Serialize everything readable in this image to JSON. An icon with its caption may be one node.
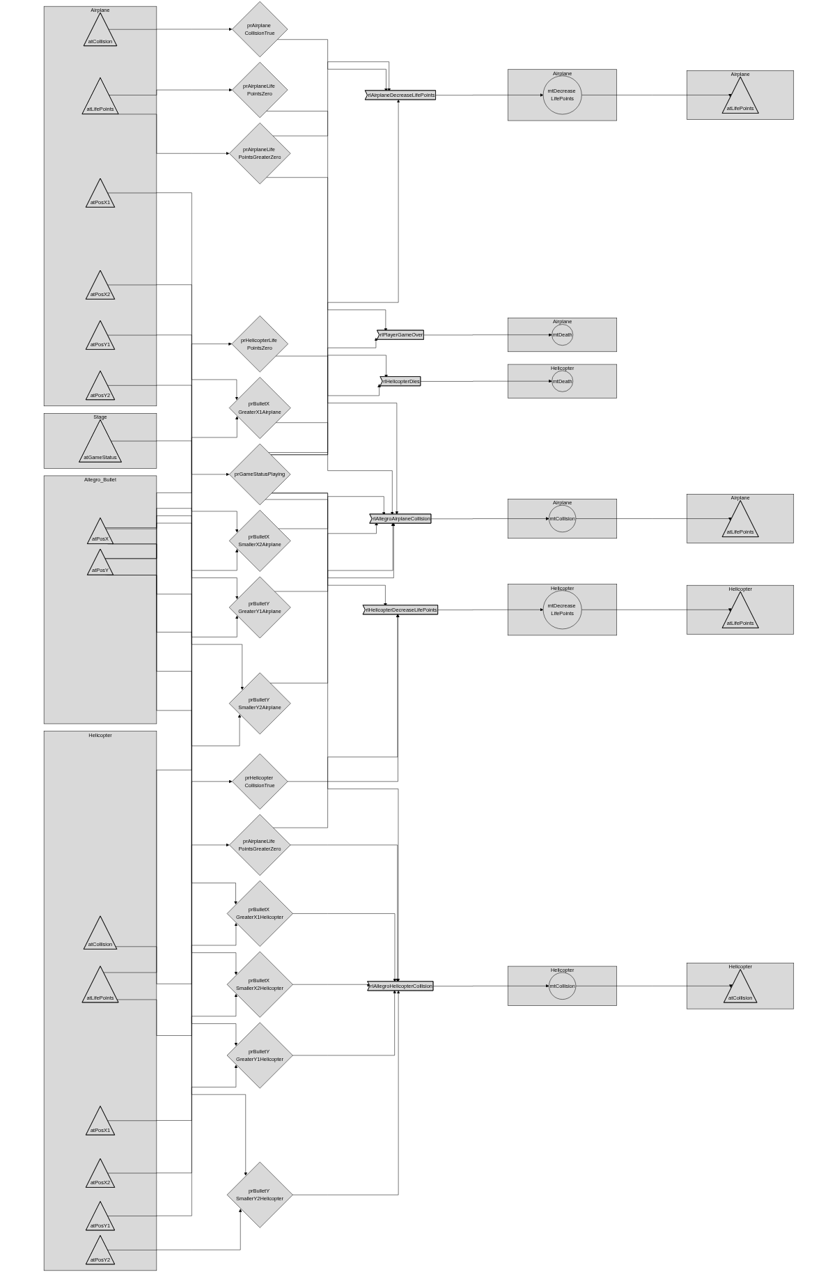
{
  "diagram": {
    "nodes": [
      {
        "text": [
          "Airplane"
        ]
      },
      {
        "text": [
          "atLifePoints"
        ],
        "in": 0
      },
      {
        "text": [
          "atCollision"
        ],
        "in": 0
      },
      {
        "text": [
          "atPosX1"
        ],
        "in": 0
      },
      {
        "text": [
          "atPosX2"
        ],
        "in": 0
      },
      {
        "text": [
          "atPosY1"
        ],
        "in": 0
      },
      {
        "text": [
          "atPosY2"
        ],
        "in": 0
      },
      {
        "text": [
          "Stage"
        ]
      },
      {
        "text": [
          "atGameStatus"
        ],
        "in": 7
      },
      {
        "text": [
          "Allegro_Bullet"
        ]
      },
      {
        "text": [
          "atPosX"
        ],
        "in": 9
      },
      {
        "text": [
          "atPosY"
        ],
        "in": 9
      },
      {
        "text": [
          "Helicopter"
        ]
      },
      {
        "text": [
          "atLifePoints"
        ],
        "in": 12
      },
      {
        "text": [
          "atCollision"
        ],
        "in": 12
      },
      {
        "text": [
          "atPosX1"
        ],
        "in": 12
      },
      {
        "text": [
          "atPosX2"
        ],
        "in": 12
      },
      {
        "text": [
          "atPosY1"
        ],
        "in": 12
      },
      {
        "text": [
          "atPosY2"
        ],
        "in": 12
      },
      {
        "text": [
          "prAirplaneLife PointsGreaterZero"
        ]
      },
      {
        "text": [
          "prAirplaneLife PointsZero"
        ]
      },
      {
        "text": [
          "prAirplane CollisionTrue"
        ]
      },
      {
        "text": [
          "prBulletX GreaterX1Airplane"
        ]
      },
      {
        "text": [
          "prBulletX SmallerX2Airplane"
        ]
      },
      {
        "text": [
          "prBulletY GreaterY1Airplane"
        ]
      },
      {
        "text": [
          "prBulletY SmallerY2Airplane"
        ]
      },
      {
        "text": [
          "prGameStatusPlaying"
        ]
      },
      {
        "text": [
          "prHelicopterLife PointsZero"
        ]
      },
      {
        "text": [
          "prAirplaneLife PointsGreaterZero"
        ]
      },
      {
        "text": [
          "prHelicopter CollisionTrue"
        ]
      },
      {
        "text": [
          "prBulletX GreaterX1Helicopter"
        ]
      },
      {
        "text": [
          "prBulletX SmallerX2Helicopter"
        ]
      },
      {
        "text": [
          "prBulletY GreaterY1Helicopter"
        ]
      },
      {
        "text": [
          "prBulletY SmallerY2Helicopter"
        ]
      },
      {
        "text": [
          "rlAirplaneDecreaseLifePoints"
        ]
      },
      {
        "text": [
          "rlAllegroAirplaneCollision"
        ]
      },
      {
        "text": [
          "rlPlayerGameOver"
        ]
      },
      {
        "text": [
          "rlHelicopterDies"
        ]
      },
      {
        "text": [
          "rlHelicopterDecreaseLifePoints"
        ]
      },
      {
        "text": [
          "rlAllegroHelicopterCollision"
        ]
      },
      {
        "text": [
          "Airplane"
        ]
      },
      {
        "text": [
          "mtDecrease LifePoints"
        ],
        "in": 40
      },
      {
        "text": [
          "Airplane"
        ]
      },
      {
        "text": [
          "atLifePoints"
        ],
        "in": 42
      },
      {
        "text": [
          "Airplane"
        ]
      },
      {
        "text": [
          "mtCollision"
        ],
        "in": 44
      },
      {
        "text": [
          "Airplane"
        ]
      },
      {
        "text": [
          "atLifePoints"
        ],
        "in": 46
      },
      {
        "text": [
          "Airplane"
        ]
      },
      {
        "text": [
          "mtDeath"
        ],
        "in": 48
      },
      {
        "text": [
          "Helicopter"
        ]
      },
      {
        "text": [
          "mtDeath"
        ],
        "in": 50
      },
      {
        "text": [
          "Helicopter"
        ]
      },
      {
        "text": [
          "mtDecrease LifePoints"
        ],
        "in": 52
      },
      {
        "text": [
          "Helicopter"
        ]
      },
      {
        "text": [
          "atLifePoints"
        ],
        "in": 54
      },
      {
        "text": [
          "Helicopter"
        ]
      },
      {
        "text": [
          "mtCollision"
        ],
        "in": 56
      },
      {
        "text": [
          "Helicopter"
        ]
      },
      {
        "text": [
          "atCollision"
        ],
        "in": 58
      }
    ],
    "edges": [
      {
        "from": 1,
        "to": 19,
        "arrow": "to"
      },
      {
        "from": 1,
        "to": 20,
        "arrow": "to"
      },
      {
        "from": 2,
        "to": 21,
        "arrow": "to"
      },
      {
        "from": 3,
        "to": 22,
        "arrow": "to"
      },
      {
        "from": 4,
        "to": 23,
        "arrow": "to"
      },
      {
        "from": 5,
        "to": 24,
        "arrow": "to"
      },
      {
        "from": 6,
        "to": 25,
        "arrow": "to"
      },
      {
        "from": 8,
        "to": 26,
        "arrow": "to"
      },
      {
        "from": 10,
        "to": 22,
        "arrow": "to"
      },
      {
        "from": 10,
        "to": 23,
        "arrow": "to"
      },
      {
        "from": 11,
        "to": 24,
        "arrow": "to"
      },
      {
        "from": 11,
        "to": 25,
        "arrow": "to"
      },
      {
        "from": 10,
        "to": 30,
        "arrow": "to"
      },
      {
        "from": 10,
        "to": 31,
        "arrow": "to"
      },
      {
        "from": 11,
        "to": 32,
        "arrow": "to"
      },
      {
        "from": 11,
        "to": 33,
        "arrow": "to"
      },
      {
        "from": 13,
        "to": 27,
        "arrow": "to"
      },
      {
        "from": 13,
        "to": 28,
        "arrow": "to"
      },
      {
        "from": 14,
        "to": 29,
        "arrow": "to"
      },
      {
        "from": 15,
        "to": 30,
        "arrow": "to"
      },
      {
        "from": 16,
        "to": 31,
        "arrow": "to"
      },
      {
        "from": 17,
        "to": 32,
        "arrow": "to"
      },
      {
        "from": 18,
        "to": 33,
        "arrow": "to"
      },
      {
        "from": 19,
        "to": 34,
        "arrow": "to"
      },
      {
        "from": 19,
        "to": 35,
        "arrow": "to"
      },
      {
        "from": 20,
        "to": 36,
        "arrow": "to"
      },
      {
        "from": 21,
        "to": 34,
        "arrow": "to"
      },
      {
        "from": 22,
        "to": 35,
        "arrow": "to"
      },
      {
        "from": 23,
        "to": 35,
        "arrow": "to"
      },
      {
        "from": 24,
        "to": 35,
        "arrow": "to"
      },
      {
        "from": 25,
        "to": 35,
        "arrow": "to"
      },
      {
        "from": 26,
        "to": 34,
        "arrow": "to"
      },
      {
        "from": 26,
        "to": 35,
        "arrow": "to"
      },
      {
        "from": 26,
        "to": 36,
        "arrow": "to"
      },
      {
        "from": 26,
        "to": 37,
        "arrow": "to"
      },
      {
        "from": 26,
        "to": 38,
        "arrow": "to"
      },
      {
        "from": 26,
        "to": 39,
        "arrow": "to"
      },
      {
        "from": 27,
        "to": 37,
        "arrow": "to"
      },
      {
        "from": 28,
        "to": 38,
        "arrow": "to"
      },
      {
        "from": 28,
        "to": 39,
        "arrow": "to"
      },
      {
        "from": 29,
        "to": 38,
        "arrow": "to"
      },
      {
        "from": 30,
        "to": 39,
        "arrow": "to"
      },
      {
        "from": 31,
        "to": 39,
        "arrow": "to"
      },
      {
        "from": 32,
        "to": 39,
        "arrow": "to"
      },
      {
        "from": 33,
        "to": 39,
        "arrow": "to"
      },
      {
        "from": 34,
        "to": 41,
        "arrow": "to"
      },
      {
        "from": 35,
        "to": 45,
        "arrow": "to"
      },
      {
        "from": 36,
        "to": 49,
        "arrow": "to"
      },
      {
        "from": 37,
        "to": 51,
        "arrow": "to"
      },
      {
        "from": 38,
        "to": 53,
        "arrow": "to"
      },
      {
        "from": 39,
        "to": 57,
        "arrow": "to"
      },
      {
        "from": 41,
        "to": 43,
        "arrow": "to"
      },
      {
        "from": 45,
        "to": 47,
        "arrow": "to"
      },
      {
        "from": 53,
        "to": 55,
        "arrow": "to"
      },
      {
        "from": 57,
        "to": 59,
        "arrow": "to"
      }
    ]
  }
}
